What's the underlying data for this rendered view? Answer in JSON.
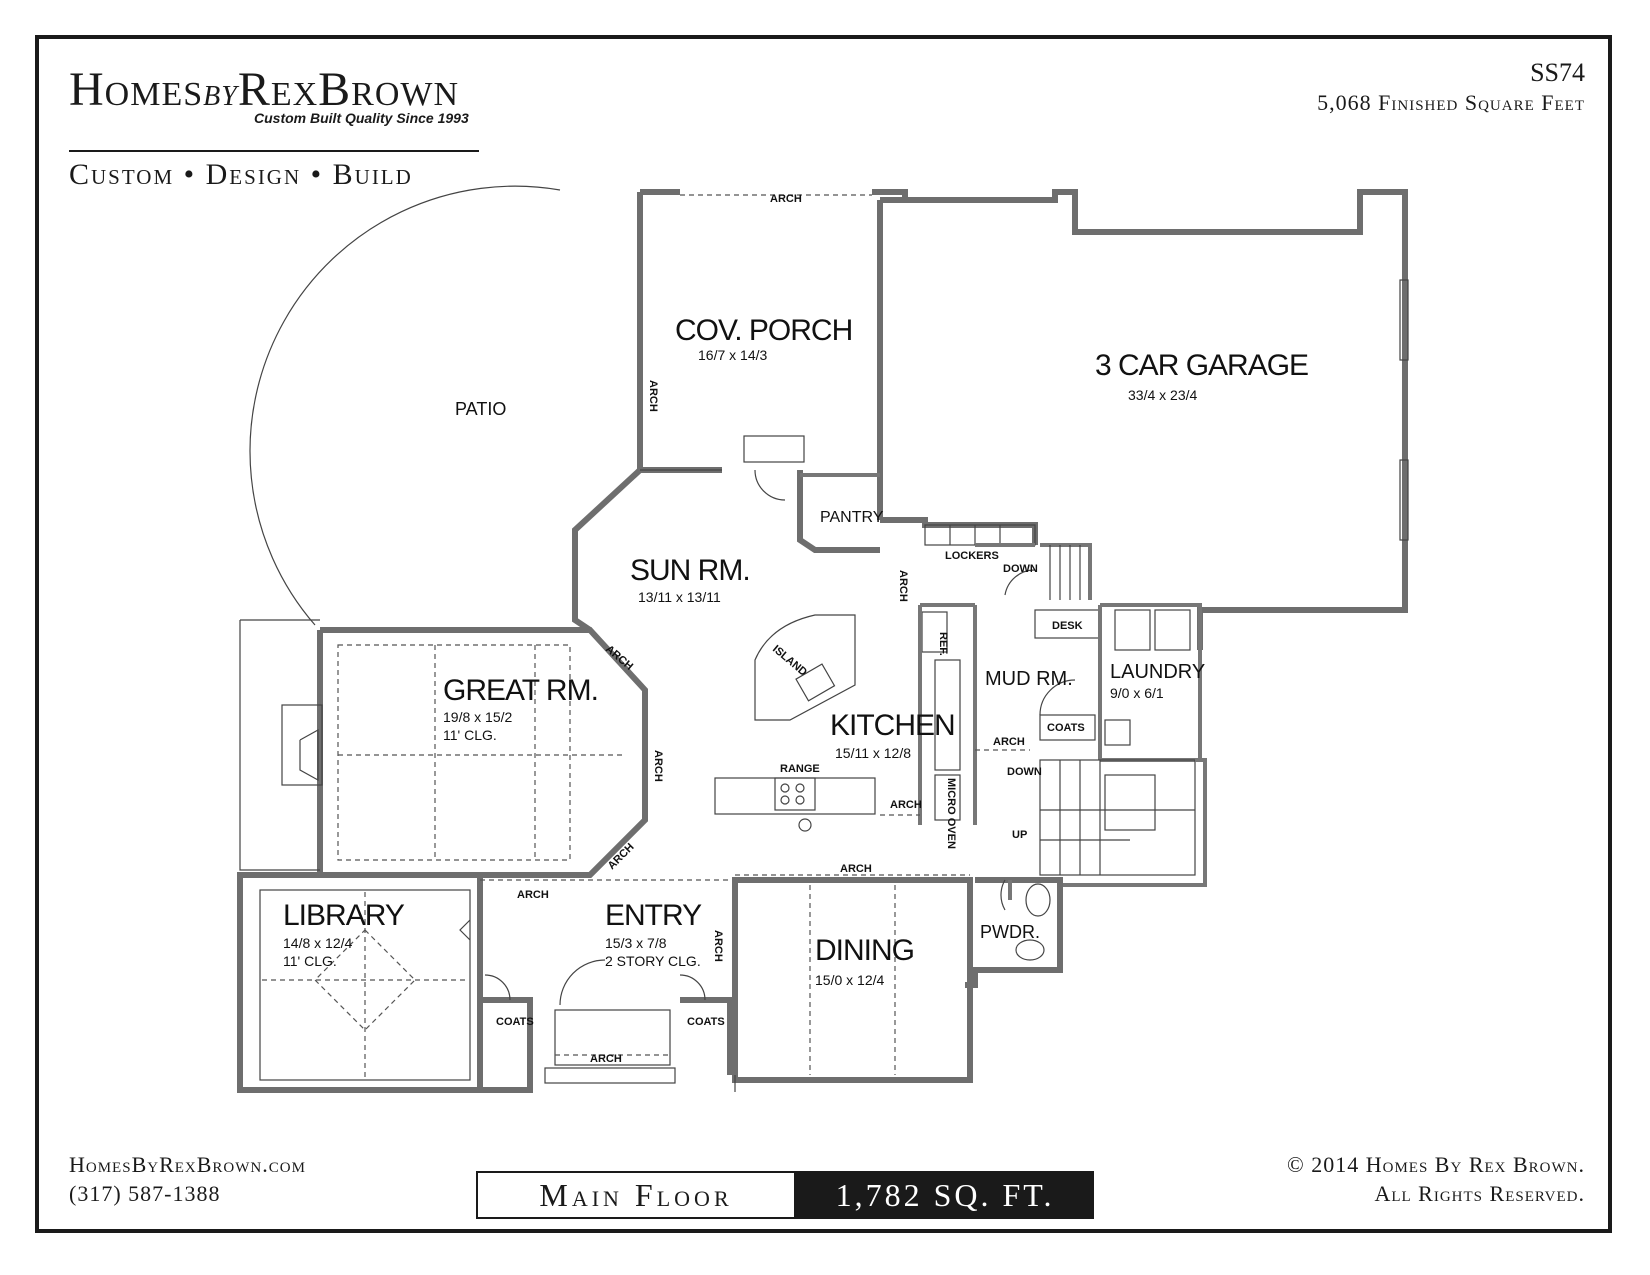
{
  "header": {
    "logo_main_left": "Homes",
    "logo_by": "by",
    "logo_main_right": "RexBrown",
    "logo_tagline": "Custom Built Quality Since 1993",
    "motto": "Custom • Design • Build",
    "plan_id": "SS74",
    "finished_sqft": "5,068 Finished Square Feet"
  },
  "footer": {
    "website": "HomesByRexBrown.com",
    "phone": "(317) 587-1388",
    "floor_name": "Main Floor",
    "floor_area": "1,782 SQ. FT.",
    "copyright": "© 2014 Homes By Rex Brown.",
    "rights": "All Rights Reserved."
  },
  "rooms": {
    "cov_porch": {
      "name": "COV. PORCH",
      "dims": "16/7 x 14/3"
    },
    "garage": {
      "name": "3 CAR GARAGE",
      "dims": "33/4 x 23/4"
    },
    "patio": {
      "name": "PATIO"
    },
    "sun_rm": {
      "name": "SUN RM.",
      "dims": "13/11 x 13/11"
    },
    "pantry": {
      "name": "PANTRY"
    },
    "great_rm": {
      "name": "GREAT RM.",
      "dims": "19/8 x 15/2",
      "ceiling": "11' CLG."
    },
    "kitchen": {
      "name": "KITCHEN",
      "dims": "15/11 x 12/8"
    },
    "mud_rm": {
      "name": "MUD RM."
    },
    "laundry": {
      "name": "LAUNDRY",
      "dims": "9/0 x 6/1"
    },
    "library": {
      "name": "LIBRARY",
      "dims": "14/8 x 12/4",
      "ceiling": "11' CLG."
    },
    "entry": {
      "name": "ENTRY",
      "dims": "15/3 x 7/8",
      "ceiling": "2 STORY CLG."
    },
    "dining": {
      "name": "DINING",
      "dims": "15/0 x 12/4"
    },
    "pwdr": {
      "name": "PWDR."
    }
  },
  "labels": {
    "arch": "ARCH",
    "island": "ISLAND",
    "range": "RANGE",
    "ref": "REF.",
    "micro_oven": "MICRO OVEN",
    "lockers": "LOCKERS",
    "desk": "DESK",
    "coats": "COATS",
    "down": "DOWN",
    "up": "UP"
  }
}
